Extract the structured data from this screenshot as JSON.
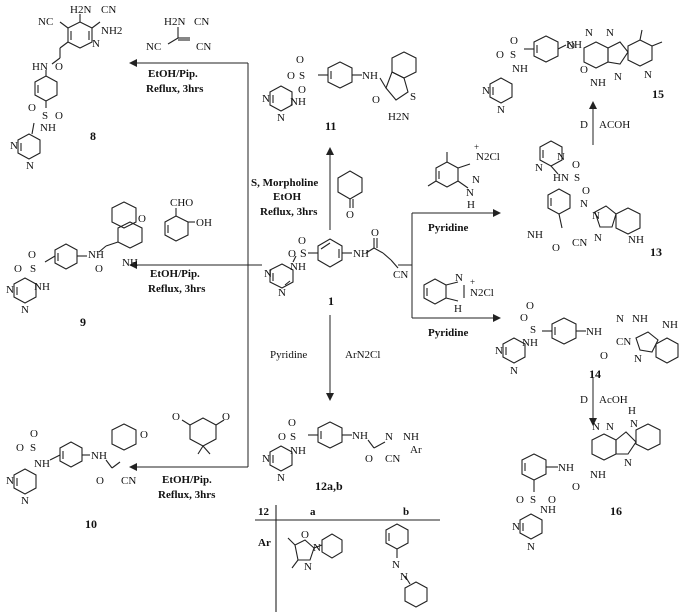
{
  "compounds": {
    "c1": {
      "number": "1",
      "atoms": [
        "S",
        "O",
        "O",
        "NH",
        "N",
        "N",
        "NH",
        "O",
        "CN"
      ]
    },
    "c8": {
      "number": "8",
      "atoms": [
        "H2N",
        "CN",
        "NC",
        "NH2",
        "N",
        "HN",
        "O",
        "S",
        "O",
        "O",
        "NH",
        "N",
        "N"
      ]
    },
    "c9": {
      "number": "9",
      "atoms": [
        "O",
        "S",
        "O",
        "O",
        "NH",
        "N",
        "N",
        "NH",
        "O",
        "NH"
      ]
    },
    "c10": {
      "number": "10",
      "atoms": [
        "O",
        "S",
        "O",
        "O",
        "NH",
        "N",
        "N",
        "NH",
        "O",
        "CN"
      ]
    },
    "c11": {
      "number": "11",
      "atoms": [
        "O",
        "S",
        "O",
        "O",
        "NH",
        "N",
        "N",
        "NH",
        "O",
        "S",
        "H2N"
      ]
    },
    "c12": {
      "number": "12a,b",
      "atoms": [
        "S",
        "O",
        "O",
        "NH",
        "N",
        "N",
        "NH",
        "O",
        "N",
        "NH",
        "CN",
        "Ar"
      ]
    },
    "c13": {
      "number": "13",
      "atoms": [
        "N",
        "N",
        "HN",
        "S",
        "O",
        "O",
        "NH",
        "N",
        "N",
        "N",
        "O",
        "CN",
        "NH"
      ]
    },
    "c14": {
      "number": "14",
      "atoms": [
        "O",
        "S",
        "O",
        "NH",
        "N",
        "N",
        "NH",
        "O",
        "N",
        "NH",
        "CN",
        "N",
        "NH"
      ]
    },
    "c15": {
      "number": "15",
      "atoms": [
        "O",
        "NH",
        "S",
        "O",
        "O",
        "NH",
        "N",
        "N",
        "N",
        "N",
        "O",
        "NH",
        "N",
        "N"
      ]
    },
    "c16": {
      "number": "16",
      "atoms": [
        "NH",
        "O",
        "N",
        "N",
        "N",
        "N",
        "H",
        "NH",
        "S",
        "O",
        "O",
        "NH",
        "N",
        "N"
      ]
    }
  },
  "reagents": {
    "r8": {
      "formula": [
        "H2N",
        "CN",
        "NC",
        "CN"
      ]
    },
    "r9": {
      "formula": [
        "CHO",
        "OH"
      ]
    },
    "r10": {
      "formula": [
        "O",
        "O"
      ]
    },
    "r11": {
      "formula": [
        "O"
      ]
    },
    "r13": {
      "formula": [
        "N2Cl",
        "+",
        "N",
        "N",
        "H"
      ]
    },
    "r14": {
      "formula": [
        "N2Cl",
        "+",
        "N",
        "H"
      ]
    },
    "r12": {
      "formula": "ArN2Cl"
    }
  },
  "conditions": {
    "to8": {
      "line1": "EtOH/Pip.",
      "line2": "Reflux, 3hrs"
    },
    "to9": {
      "line1": "EtOH/Pip.",
      "line2": "Reflux, 3hrs"
    },
    "to10": {
      "line1": "EtOH/Pip.",
      "line2": "Reflux, 3hrs"
    },
    "to11": {
      "line1": "S, Morpholine",
      "line2": "EtOH",
      "line3": "Reflux, 3hrs"
    },
    "to12": {
      "line1": "Pyridine"
    },
    "to13": {
      "line1": "Pyridine"
    },
    "to14": {
      "line1": "Pyridine"
    },
    "to15": {
      "line1": "D",
      "line2": "ACOH"
    },
    "to16": {
      "line1": "D",
      "line2": "AcOH"
    }
  },
  "ar_table": {
    "row_header": "12",
    "col_a": "a",
    "col_b": "b",
    "ar_label": "Ar",
    "a_atoms": [
      "O",
      "N",
      "N"
    ],
    "b_atoms": [
      "N",
      "N"
    ]
  }
}
